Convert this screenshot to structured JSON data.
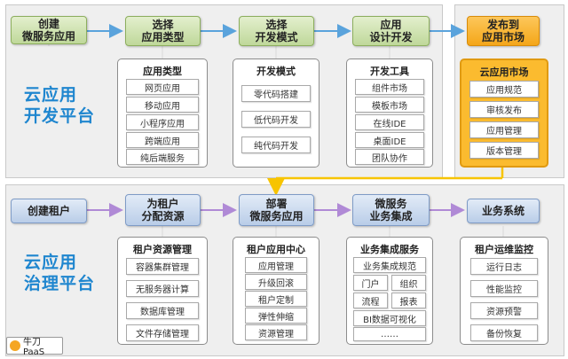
{
  "dev": {
    "platform_label": "云应用\n开发平台",
    "steps": [
      "创建\n微服务应用",
      "选择\n应用类型",
      "选择\n开发模式",
      "应用\n设计开发"
    ],
    "groups": [
      {
        "title": "应用类型",
        "items": [
          "网页应用",
          "移动应用",
          "小程序应用",
          "跨端应用",
          "纯后端服务"
        ]
      },
      {
        "title": "开发模式",
        "items": [
          "零代码搭建",
          "低代码开发",
          "纯代码开发"
        ]
      },
      {
        "title": "开发工具",
        "items": [
          "组件市场",
          "模板市场",
          "在线IDE",
          "桌面IDE",
          "团队协作"
        ]
      }
    ]
  },
  "market": {
    "step": "发布到\n应用市场",
    "group": {
      "title": "云应用市场",
      "items": [
        "应用规范",
        "审核发布",
        "应用管理",
        "版本管理"
      ]
    }
  },
  "gov": {
    "platform_label": "云应用\n治理平台",
    "steps": [
      "创建租户",
      "为租户\n分配资源",
      "部署\n微服务应用",
      "微服务\n业务集成",
      "业务系统"
    ],
    "groups": [
      {
        "title": "租户资源管理",
        "items": [
          "容器集群管理",
          "无服务器计算",
          "数据库管理",
          "文件存储管理"
        ]
      },
      {
        "title": "租户应用中心",
        "items": [
          "应用管理",
          "升级回滚",
          "租户定制",
          "弹性伸缩",
          "资源管理"
        ]
      },
      {
        "title": "业务集成服务",
        "items": [
          "业务集成规范",
          "门户",
          "组织",
          "流程",
          "报表",
          "BI数据可视化",
          "……"
        ]
      },
      {
        "title": "租户运维监控",
        "items": [
          "运行日志",
          "性能监控",
          "资源预警",
          "备份恢复"
        ]
      }
    ]
  },
  "logo": {
    "text": "牛刀PaaS"
  },
  "colors": {
    "accent_blue": "#1f86cf",
    "arrow_blue": "#5aa3dc",
    "arrow_purple": "#b08ad6",
    "arrow_yellow": "#f7c400"
  }
}
